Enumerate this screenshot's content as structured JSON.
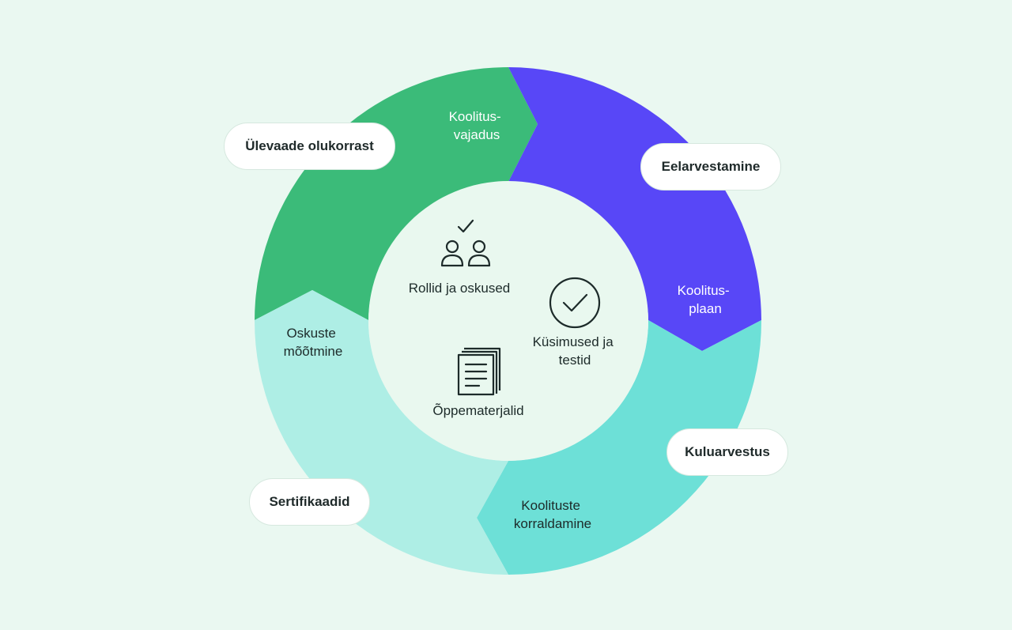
{
  "colors": {
    "background": "#eaf8f1",
    "green": "#3bbb79",
    "purple": "#5847f7",
    "teal": "#6de0d7",
    "light_teal": "#aeeee5",
    "center": "#e9f8ef",
    "icon": "#1d2b2a"
  },
  "segments": [
    {
      "lines": [
        "Koolitus-",
        "vajadus"
      ],
      "text_color": "#ffffff"
    },
    {
      "lines": [
        "Koolitus-",
        "plaan"
      ],
      "text_color": "#ffffff"
    },
    {
      "lines": [
        "Koolituste",
        "korraldamine"
      ],
      "text_color": "#1d2b2a"
    },
    {
      "lines": [
        "Oskuste",
        "mõõtmine"
      ],
      "text_color": "#1d2b2a"
    }
  ],
  "pills": [
    {
      "label": "Ülevaade olukorrast"
    },
    {
      "label": "Eelarvestamine"
    },
    {
      "label": "Kuluarvestus"
    },
    {
      "label": "Sertifikaadid"
    }
  ],
  "center": {
    "roles_label": "Rollid ja oskused",
    "tests_lines": [
      "Küsimused ja",
      "testid"
    ],
    "materials_label": "Õppematerjalid"
  },
  "icons": {
    "roles": "people-check-icon",
    "tests": "circle-check-icon",
    "materials": "documents-icon"
  }
}
